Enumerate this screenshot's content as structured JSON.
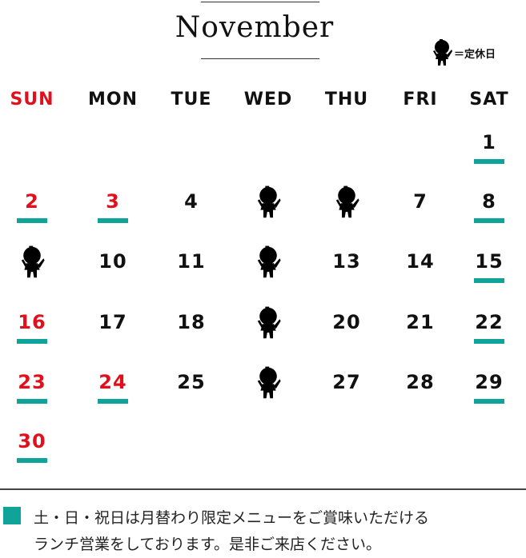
{
  "title": "November",
  "legend": {
    "label": "＝定休日",
    "icon": "closed-day-mascot-icon"
  },
  "weekdays": [
    "SUN",
    "MON",
    "TUE",
    "WED",
    "THU",
    "FRI",
    "SAT"
  ],
  "first_weekday_index": 6,
  "days_in_month": 30,
  "closed_days": [
    5,
    6,
    9,
    12,
    19,
    26
  ],
  "red_days": [
    2,
    3,
    16,
    23,
    24,
    30
  ],
  "underlined_days": [
    1,
    2,
    3,
    8,
    15,
    16,
    22,
    23,
    24,
    29,
    30
  ],
  "colors": {
    "red": "#e0101c",
    "teal": "#10a39a"
  },
  "note": {
    "line1": "土・日・祝日は月替わり限定メニューをご賞味いただける",
    "line2": "ランチ営業をしております。是非ご来店ください。"
  }
}
